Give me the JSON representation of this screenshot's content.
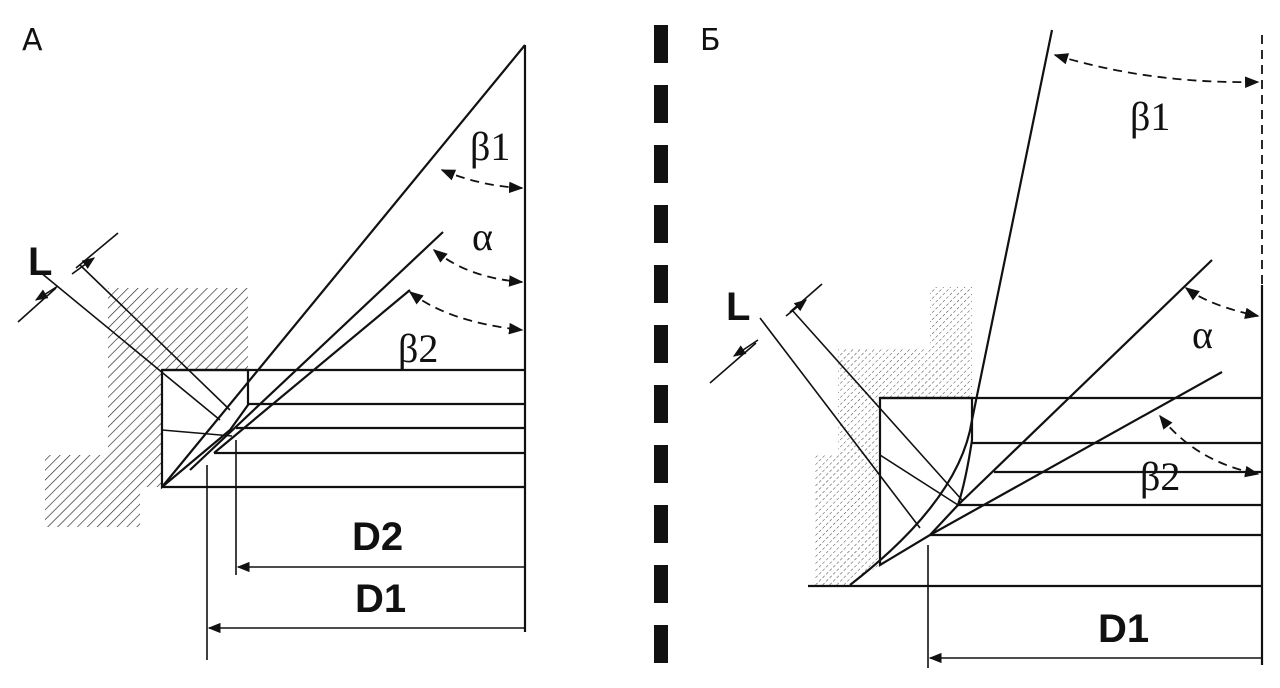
{
  "panel_a": {
    "letter": "А",
    "labels": {
      "beta1": "β1",
      "alpha": "α",
      "beta2": "β2",
      "L": "L",
      "D2": "D2",
      "D1": "D1"
    }
  },
  "panel_b": {
    "letter": "Б",
    "labels": {
      "beta1": "β1",
      "alpha": "α",
      "beta2": "β2",
      "L": "L",
      "D1": "D1"
    }
  }
}
